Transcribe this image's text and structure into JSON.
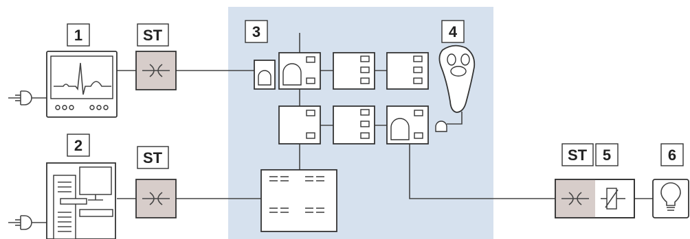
{
  "labels": {
    "n1": "1",
    "n2": "2",
    "n3": "3",
    "n4": "4",
    "n5": "5",
    "n6": "6",
    "st1": "ST",
    "st2": "ST",
    "st3": "ST"
  },
  "colors": {
    "panel": "#d6e1ee",
    "st_box": "#d7cdca",
    "stroke": "#333333"
  }
}
